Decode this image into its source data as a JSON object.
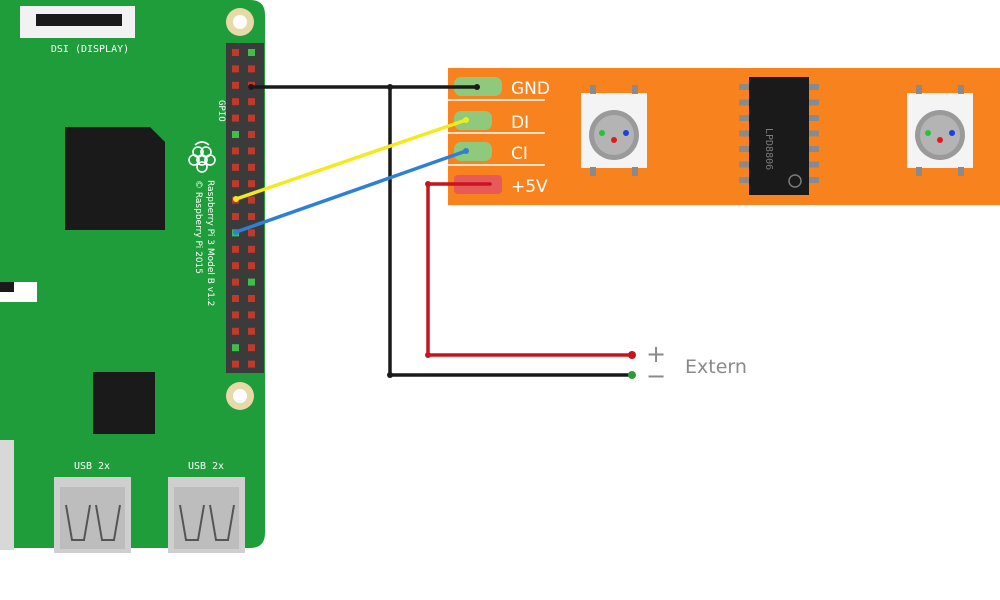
{
  "board": {
    "dsi_label": "DSI (DISPLAY)",
    "gpio_label": "GPIO",
    "model_label": "Raspberry Pi 3 Model B v1.2",
    "copyright_label": "© Raspberry Pi 2015",
    "usb_labels": [
      "USB 2x",
      "USB 2x"
    ],
    "color": "#1f9d3a"
  },
  "strip": {
    "color": "#f7821e",
    "pins": [
      "GND",
      "DI",
      "CI",
      "+5V"
    ],
    "chip_label": "LPD8806"
  },
  "external": {
    "plus": "+",
    "minus": "−",
    "label": "Extern"
  },
  "wires": {
    "gnd": "#1a1a1a",
    "data": "#f2ea1c",
    "clock": "#2f7fd6",
    "power": "#c8141e"
  }
}
